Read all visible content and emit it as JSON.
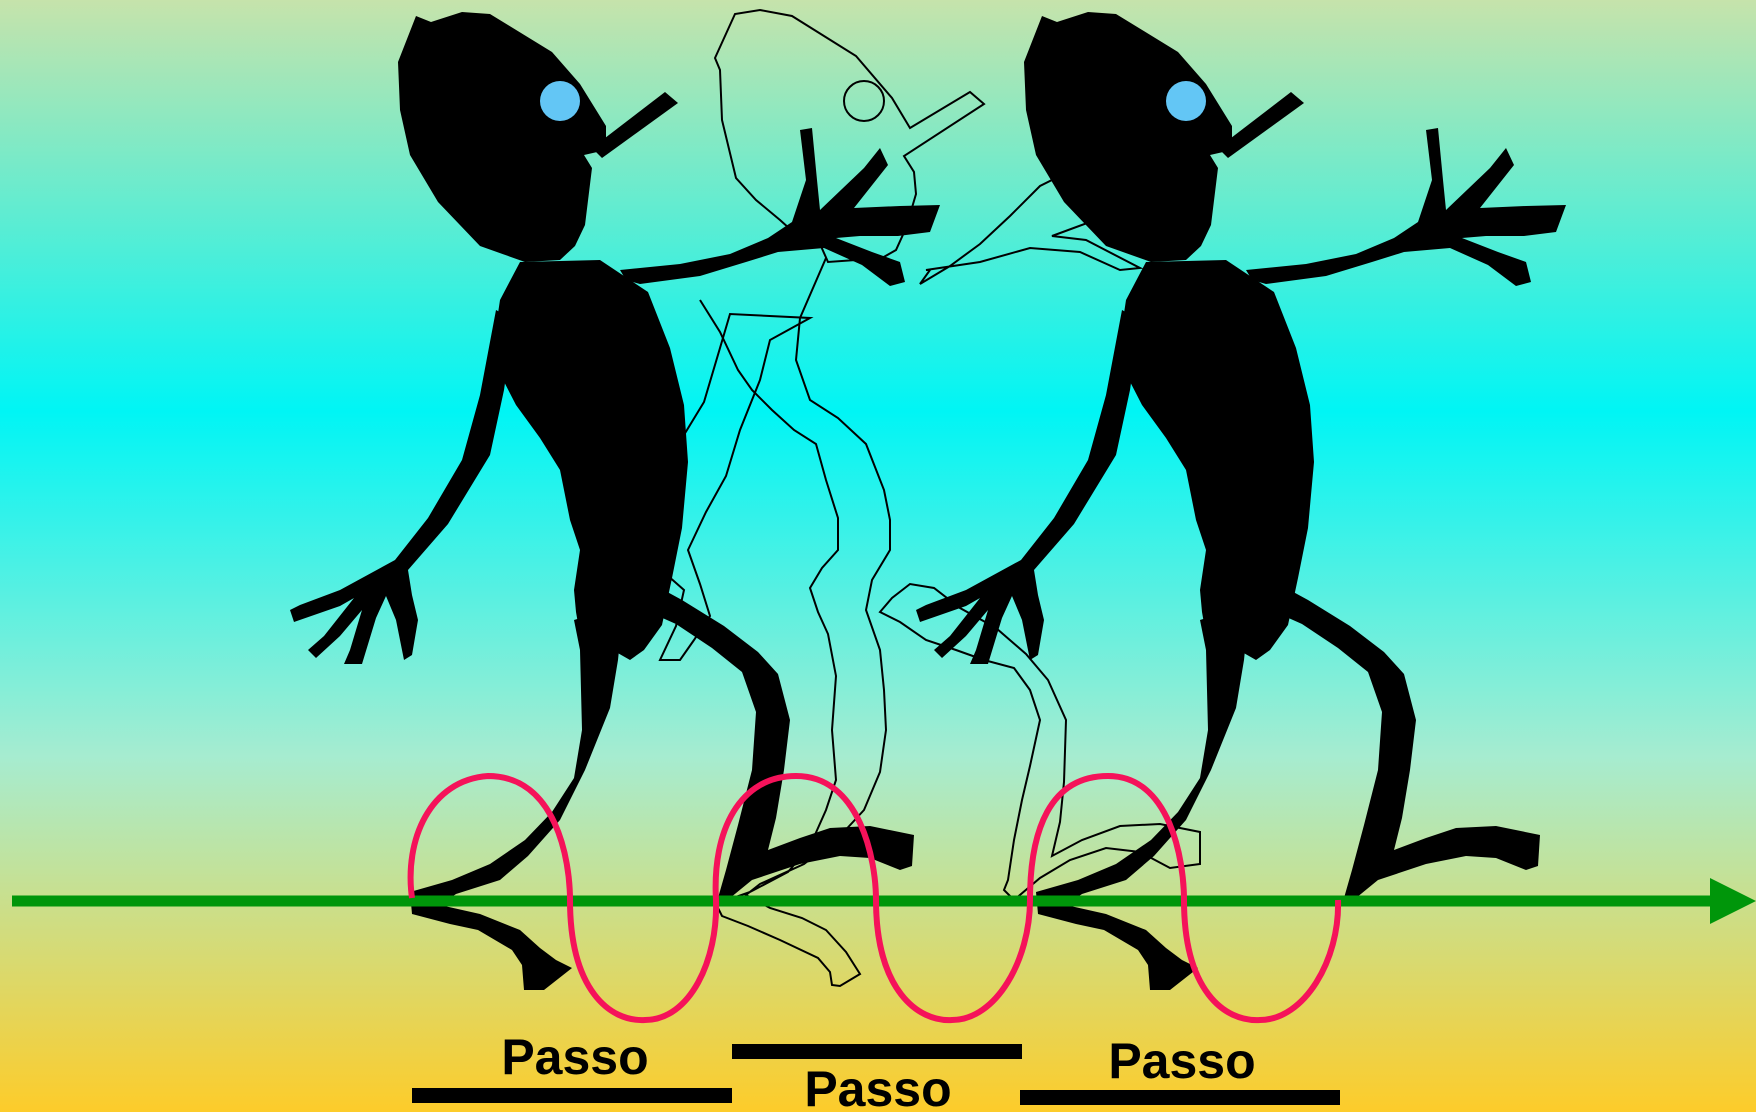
{
  "labels": {
    "step_1": "Passo",
    "step_2": "Passo",
    "step_3": "Passo"
  },
  "colors": {
    "background_top": "#c6e3ab",
    "background_mid": "#00f5f5",
    "background_bottom": "#fdcc2a",
    "figure_fill": "#000000",
    "eye_fill": "#63c6f5",
    "direction_arrow": "#00960a",
    "step_loops": "#f5125a",
    "step_bars": "#000000"
  },
  "icons": {
    "direction_arrow": "arrow-right-icon",
    "figure": "walking-figure-icon"
  }
}
